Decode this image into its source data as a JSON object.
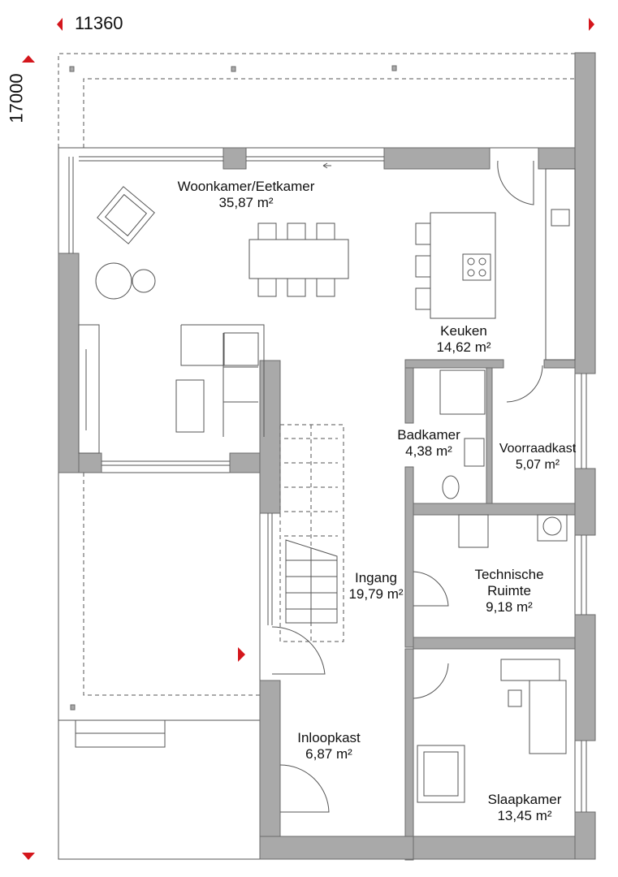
{
  "dimensions": {
    "width_mm": "11360",
    "depth_mm": "17000"
  },
  "colors": {
    "accent": "#d4161c",
    "wall": "#a9a9a9"
  },
  "rooms": [
    {
      "name": "Woonkamer/Eetkamer",
      "area": "35,87 m²"
    },
    {
      "name": "Keuken",
      "area": "14,62 m²"
    },
    {
      "name": "Badkamer",
      "area": "4,38 m²"
    },
    {
      "name": "Voorraadkast",
      "area": "5,07 m²"
    },
    {
      "name": "Technische",
      "name2": "Ruimte",
      "area": "9,18 m²"
    },
    {
      "name": "Ingang",
      "area": "19,79 m²"
    },
    {
      "name": "Inloopkast",
      "area": "6,87 m²"
    },
    {
      "name": "Slaapkamer",
      "area": "13,45 m²"
    }
  ]
}
